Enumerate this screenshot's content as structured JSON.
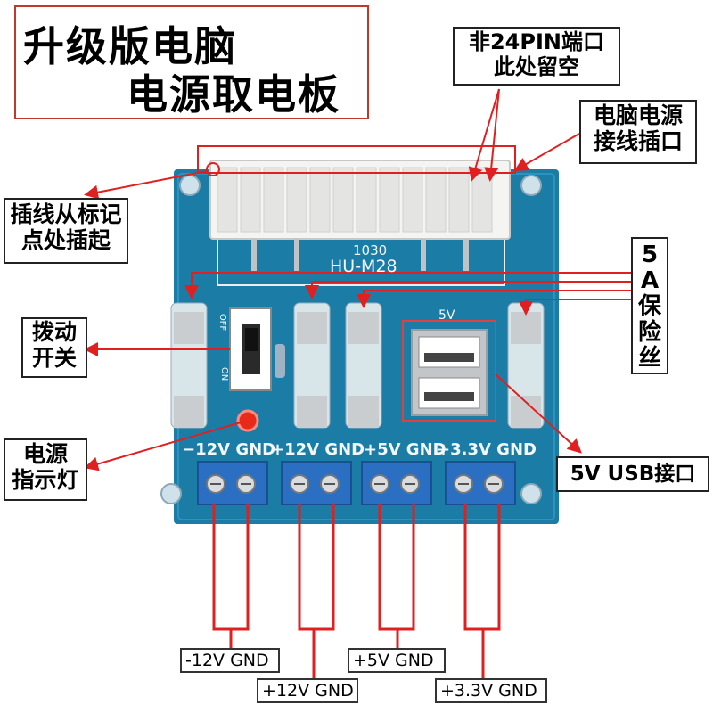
{
  "title": {
    "line1": "升级版电脑",
    "line2": "电源取电板"
  },
  "callouts": {
    "non24pin_line1": "非24PIN端口",
    "non24pin_line2": "此处留空",
    "psu_line1": "电脑电源",
    "psu_line2": "接线插口",
    "insert_line1": "插线从标记",
    "insert_line2": "点处插起",
    "switch_line1": "拨动",
    "switch_line2": "开关",
    "led_line1": "电源",
    "led_line2": "指示灯",
    "fuse_chars": [
      "5",
      "A",
      "保",
      "险",
      "丝"
    ],
    "usb": "5V USB接口"
  },
  "board": {
    "connector_marking": "1030",
    "model": "HU-M28",
    "switch_off": "OFF",
    "switch_on": "ON",
    "usb_label": "5V",
    "terminal_labels": [
      "−12V GND",
      "+12V GND",
      "+5V GND",
      "+3.3V GND"
    ]
  },
  "outputs": [
    "-12V GND",
    "+12V GND",
    "+5V GND",
    "+3.3V GND"
  ],
  "colors": {
    "pcb": "#1b7da6",
    "arrow": "#e02020",
    "terminal": "#2a6fc2",
    "frame": "#c0392b"
  }
}
